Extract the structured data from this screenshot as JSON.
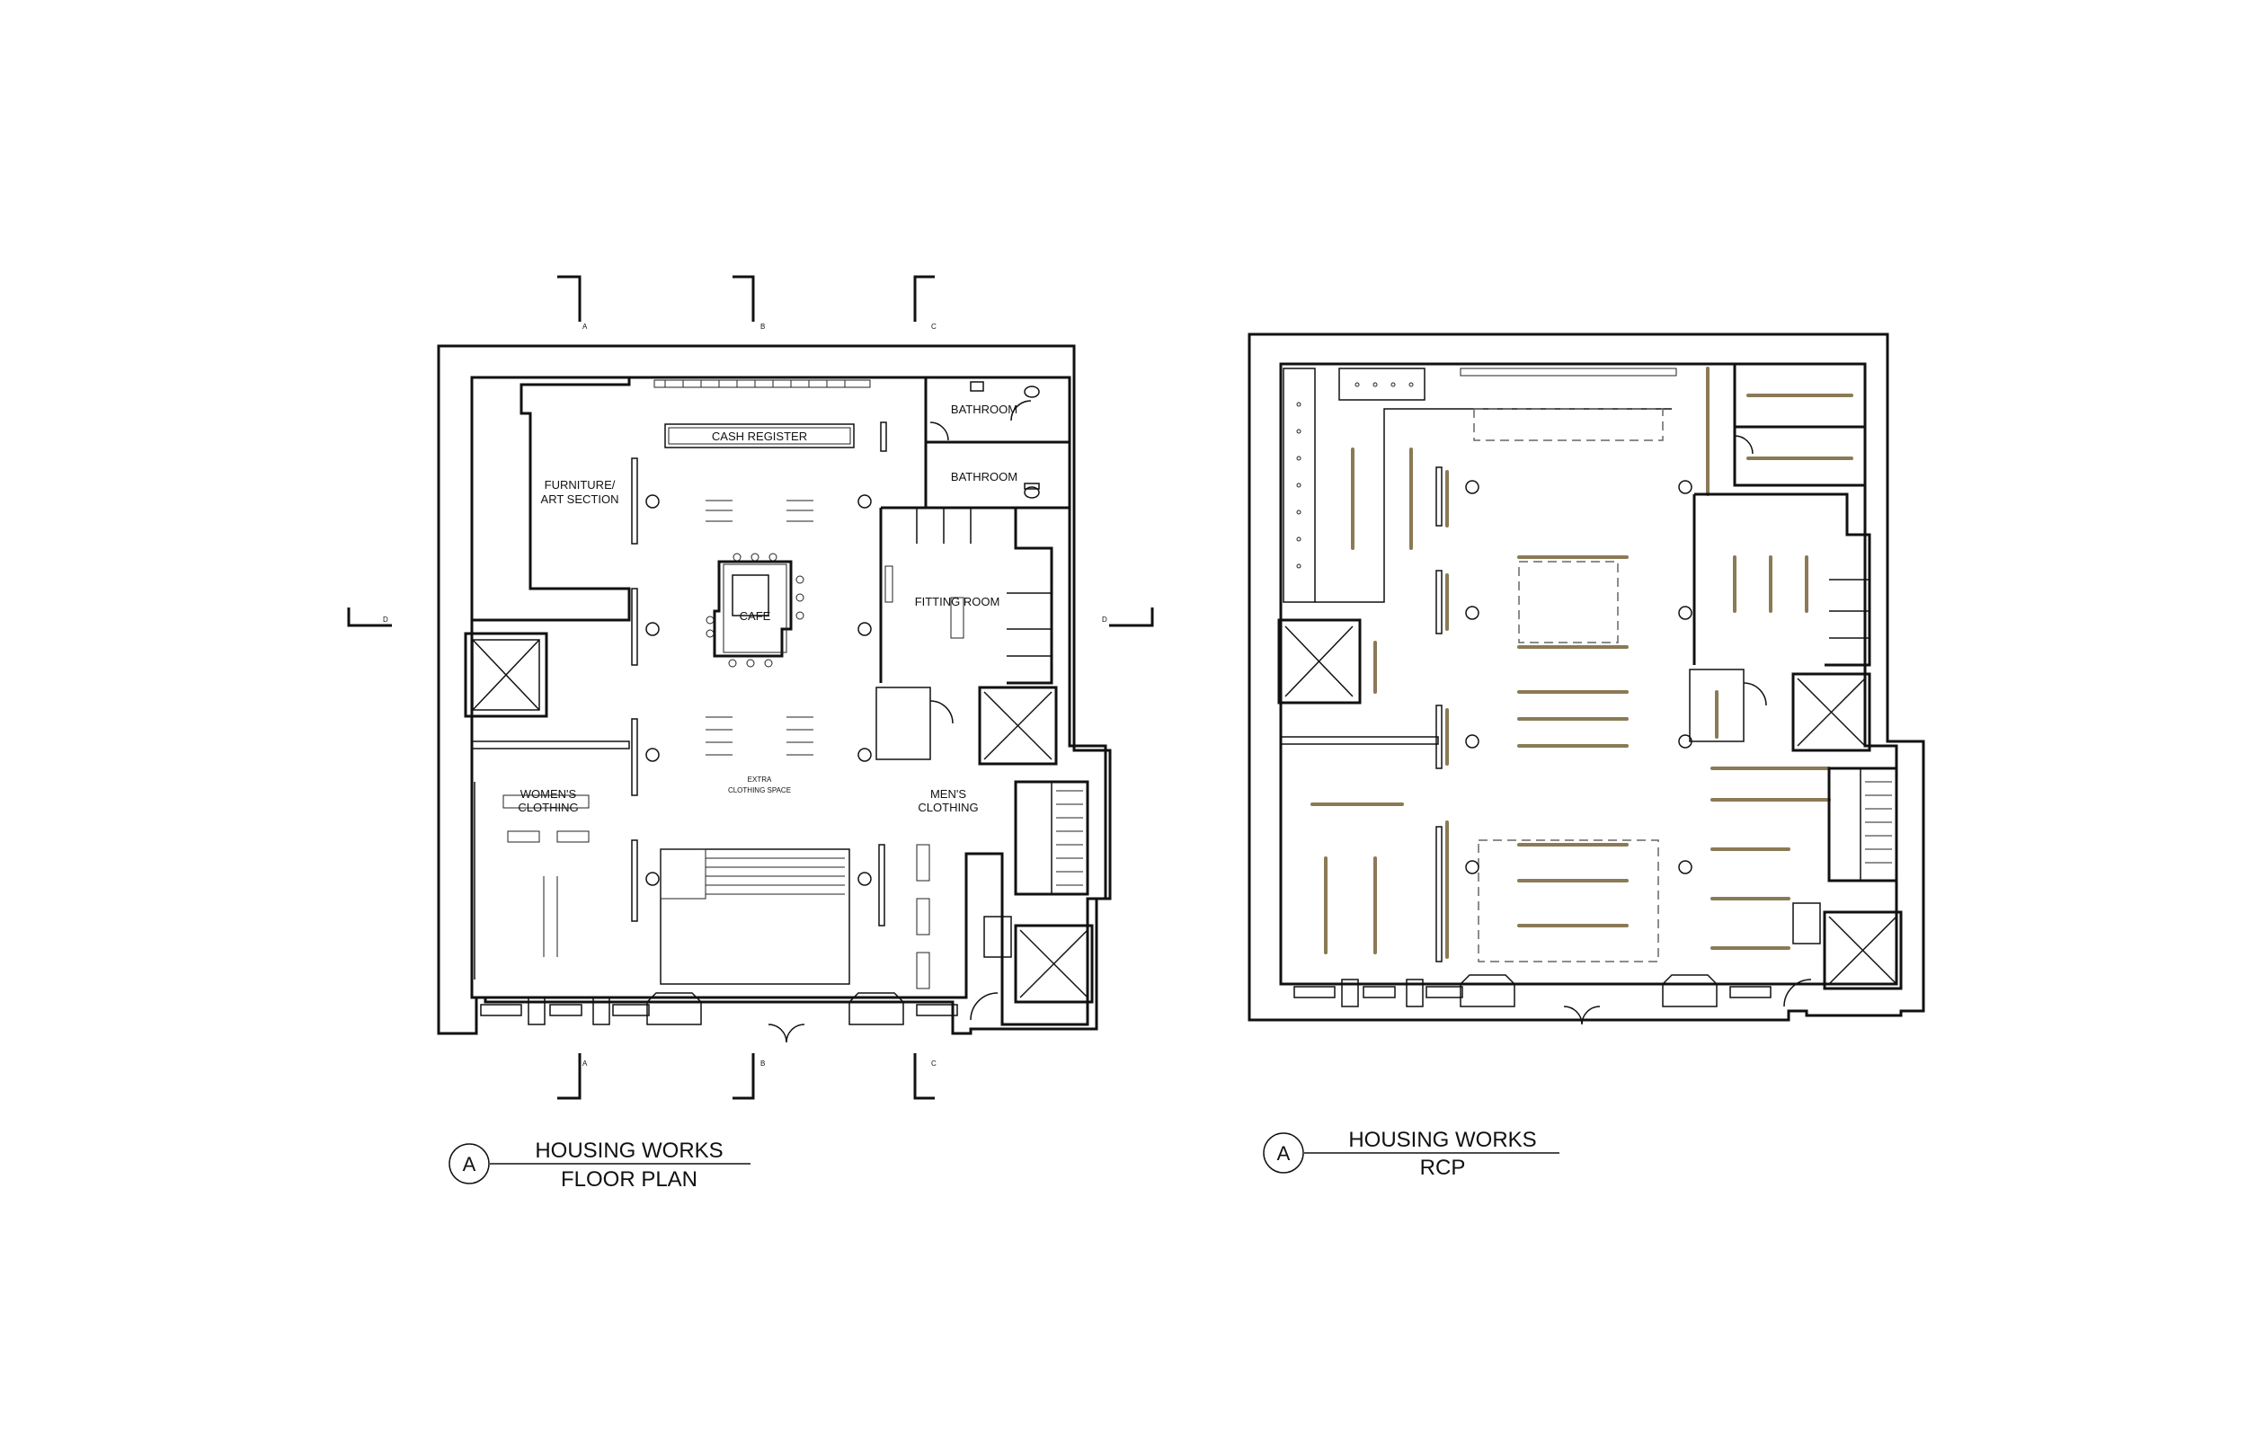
{
  "floor_plan": {
    "title": "HOUSING WORKS",
    "subtitle": "FLOOR PLAN",
    "marker": "A",
    "rooms": {
      "cash_register": "CASH REGISTER",
      "bathroom_1": "BATHROOM",
      "bathroom_2": "BATHROOM",
      "furniture_line1": "FURNITURE/",
      "furniture_line2": "ART SECTION",
      "cafe": "CAFE",
      "fitting_room": "FITTING ROOM",
      "extra_line1": "EXTRA",
      "extra_line2": "CLOTHING SPACE",
      "womens_line1": "WOMEN'S",
      "womens_line2": "CLOTHING",
      "mens_line1": "MEN'S",
      "mens_line2": "CLOTHING"
    },
    "section_tags": {
      "a": "A",
      "b": "B",
      "c": "C",
      "d": "D"
    }
  },
  "rcp": {
    "title": "HOUSING WORKS",
    "subtitle": "RCP",
    "marker": "A"
  },
  "colors": {
    "line": "#111111",
    "fixture": "#8a7a55",
    "dashed": "#666666"
  }
}
